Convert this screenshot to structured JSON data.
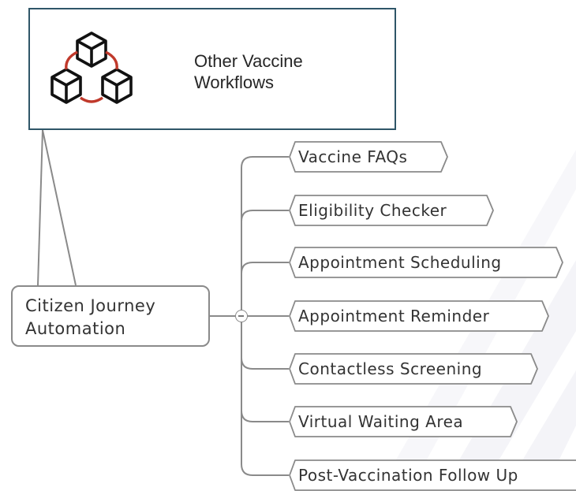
{
  "callout": {
    "title": "Other Vaccine Workflows",
    "icon": "linked-cubes-icon",
    "border_color": "#2f5668",
    "accent_color": "#c0392b"
  },
  "root": {
    "label_line1": "Citizen Journey",
    "label_line2": "Automation"
  },
  "children": [
    {
      "label": "Vaccine FAQs"
    },
    {
      "label": "Eligibility Checker"
    },
    {
      "label": "Appointment Scheduling"
    },
    {
      "label": "Appointment Reminder"
    },
    {
      "label": "Contactless Screening"
    },
    {
      "label": "Virtual Waiting Area"
    },
    {
      "label": "Post-Vaccination Follow Up"
    }
  ]
}
